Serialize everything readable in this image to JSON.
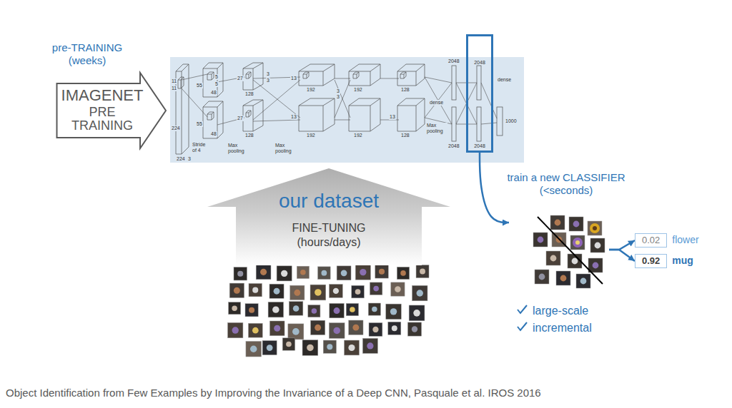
{
  "diagram": {
    "caption": "Object Identification from Few Examples by Improving the Invariance of a Deep CNN, Pasquale et al. IROS 2016",
    "nodes": [
      {
        "text": [
          "IMAGENET",
          "PRE TRAINING"
        ]
      },
      {
        "text": [
          "2048",
          "2048"
        ]
      },
      {
        "text": [
          "our dataset",
          "FINE-TUNING (hours/days)"
        ]
      },
      {
        "text": [
          "train a new CLASSIFIER (<seconds)"
        ]
      },
      {
        "text": [
          "0.02",
          "flower"
        ]
      },
      {
        "text": [
          "0.92",
          "mug"
        ]
      }
    ],
    "edges": [
      {
        "from": 1,
        "to": 3,
        "arrow": "to"
      },
      {
        "from": 3,
        "to": 4,
        "arrow": "to"
      },
      {
        "from": 3,
        "to": 5,
        "arrow": "to"
      }
    ],
    "labels": [
      "pre-TRAINING (weeks)",
      "11",
      "11",
      "224",
      "224",
      "3",
      "Stride of 4",
      "55",
      "5",
      "5",
      "48",
      "55",
      "48",
      "27",
      "128",
      "3",
      "3",
      "27",
      "128",
      "Max pooling",
      "Max pooling",
      "13",
      "192",
      "3",
      "3",
      "13",
      "192",
      "192",
      "192",
      "13",
      "128",
      "128",
      "Max pooling",
      "dense",
      "2048",
      "2048",
      "dense",
      "1000",
      "large-scale",
      "incremental"
    ]
  }
}
